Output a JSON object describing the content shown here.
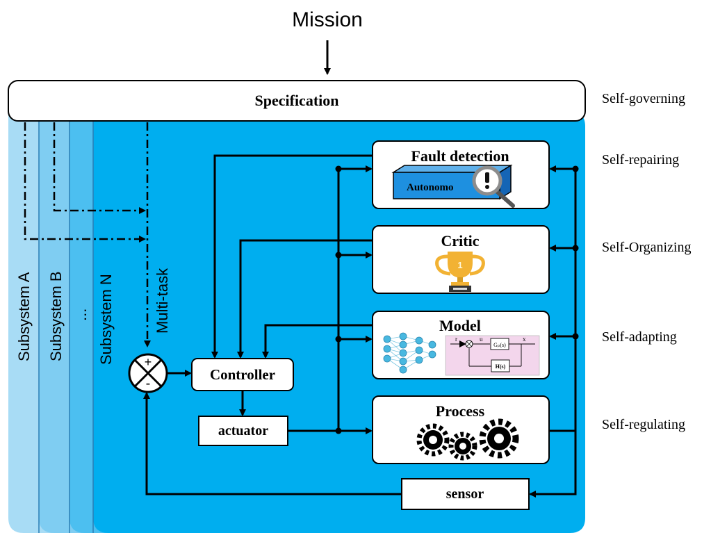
{
  "mission": "Mission",
  "specification": "Specification",
  "subsystems": [
    "Subsystem A",
    "Subsystem B",
    "...",
    "Subsystem N"
  ],
  "multitask": "Multi-task",
  "summing_junction": {
    "plus": "+",
    "minus": "-"
  },
  "controller": "Controller",
  "actuator": "actuator",
  "sensor": "sensor",
  "blocks": {
    "fault_detection": {
      "title": "Fault detection",
      "inner_label": "Autonomo"
    },
    "critic": {
      "title": "Critic",
      "trophy_number": "1"
    },
    "model": {
      "title": "Model",
      "block_diagram": {
        "r": "r",
        "u": "u",
        "x": "x",
        "gp": "Gₚ(s)",
        "h": "H(s)"
      }
    },
    "process": {
      "title": "Process"
    }
  },
  "levels": [
    "Self-governing",
    "Self-repairing",
    "Self-Organizing",
    "Self-adapting",
    "Self-regulating"
  ],
  "colors": {
    "panel_main": "#00aeef",
    "panel_a": "#a8dcf5",
    "panel_b": "#7fcdf2",
    "panel_n": "#4cbff0",
    "autonomous_box": "#1e90e0",
    "pink_panel": "#f3d6ec",
    "trophy": "#f2b233"
  }
}
